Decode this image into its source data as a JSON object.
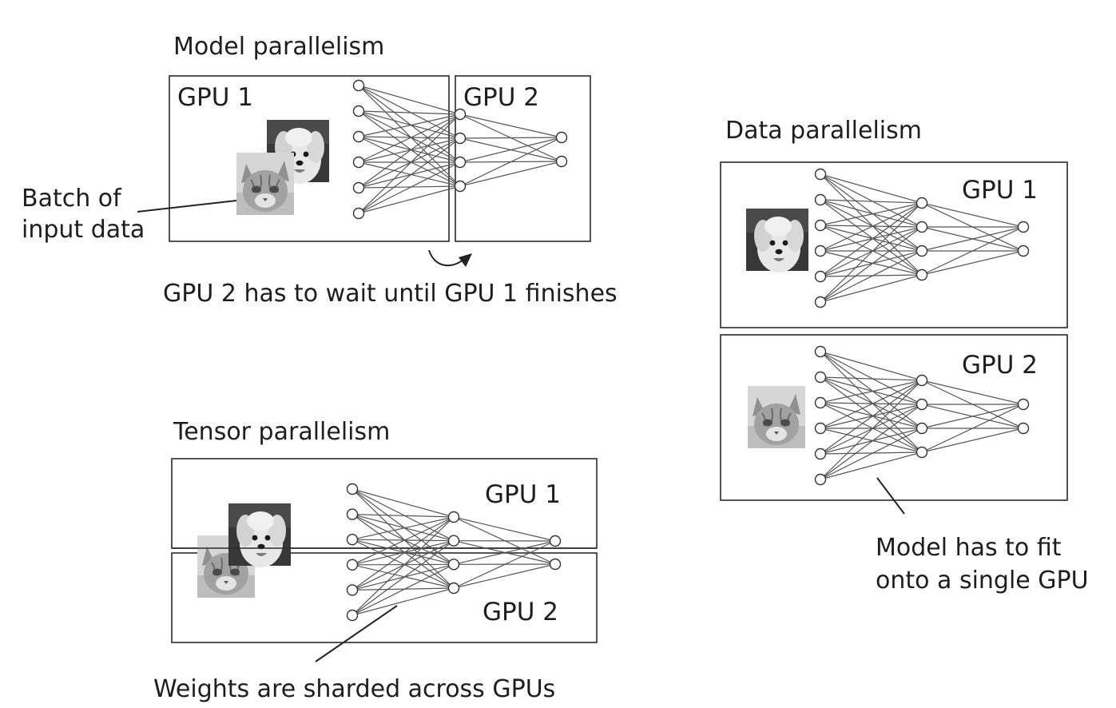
{
  "model_parallelism": {
    "title": "Model parallelism",
    "gpu1_label": "GPU 1",
    "gpu2_label": "GPU 2",
    "batch_note_line1": "Batch of",
    "batch_note_line2": "input data",
    "wait_note": "GPU 2 has to wait until GPU 1 finishes"
  },
  "data_parallelism": {
    "title": "Data parallelism",
    "gpu1_label": "GPU 1",
    "gpu2_label": "GPU 2",
    "fit_note_line1": "Model has to fit",
    "fit_note_line2": "onto a single GPU"
  },
  "tensor_parallelism": {
    "title": "Tensor parallelism",
    "gpu1_label": "GPU 1",
    "gpu2_label": "GPU 2",
    "shard_note": "Weights are sharded across GPUs"
  },
  "network": {
    "layer_sizes": [
      6,
      4,
      2
    ]
  },
  "colors": {
    "line": "#2a2a2a",
    "edge": "#555555",
    "node_fill": "#ffffff",
    "photo_dark": "#3a3a3a",
    "photo_light": "#cfcfcf"
  },
  "icons": {
    "dog_photo": "dog-photo-icon",
    "cat_photo": "cat-photo-icon"
  }
}
